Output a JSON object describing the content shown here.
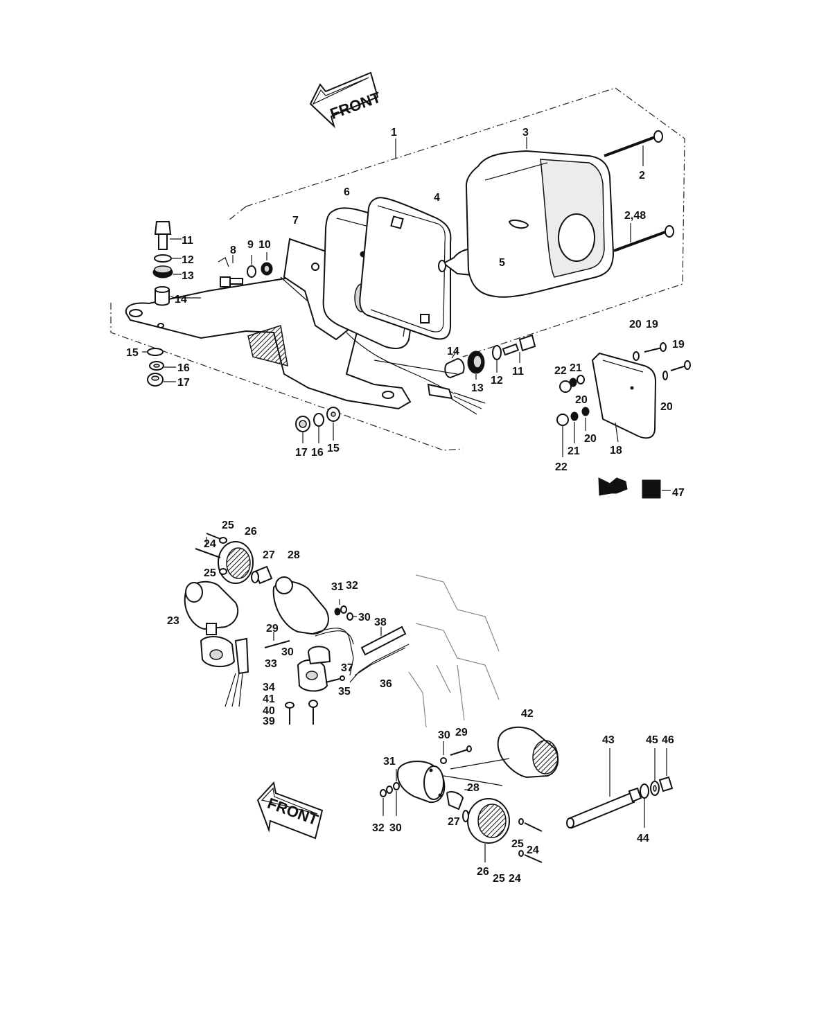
{
  "front_label_top": "FRONT",
  "front_label_bottom": "FRONT",
  "callouts": {
    "c1": "1",
    "c2": "2",
    "c2_48": "2,48",
    "c3": "3",
    "c4": "4",
    "c5": "5",
    "c6": "6",
    "c7": "7",
    "c8": "8",
    "c9": "9",
    "c10": "10",
    "c11a": "11",
    "c12a": "12",
    "c13a": "13",
    "c14a": "14",
    "c15a": "15",
    "c16a": "16",
    "c17a": "17",
    "c14b": "14",
    "c13b": "13",
    "c12b": "12",
    "c11b": "11",
    "c17b": "17",
    "c16b": "16",
    "c15b": "15",
    "c20a": "20",
    "c19a": "19",
    "c19b": "19",
    "c22a": "22",
    "c21a": "21",
    "c20b": "20",
    "c20c": "20",
    "c22b": "22",
    "c21b": "21",
    "c20d": "20",
    "c18": "18",
    "c47": "47",
    "c25a": "25",
    "c26a": "26",
    "c24a": "24",
    "c25b": "25",
    "c27a": "27",
    "c28a": "28",
    "c23": "23",
    "c31a": "31",
    "c32a": "32",
    "c30a": "30",
    "c38": "38",
    "c29a": "29",
    "c33": "33",
    "c30b": "30",
    "c37": "37",
    "c36": "36",
    "c35": "35",
    "c34": "34",
    "c41": "41",
    "c40": "40",
    "c39": "39",
    "c42": "42",
    "c30c": "30",
    "c29b": "29",
    "c31b": "31",
    "c28b": "28",
    "c32b": "32",
    "c30d": "30",
    "c27b": "27",
    "c25c": "25",
    "c24b": "24",
    "c26b": "26",
    "c25d": "25",
    "c24c": "24",
    "c43": "43",
    "c45": "45",
    "c46": "46",
    "c44": "44"
  }
}
